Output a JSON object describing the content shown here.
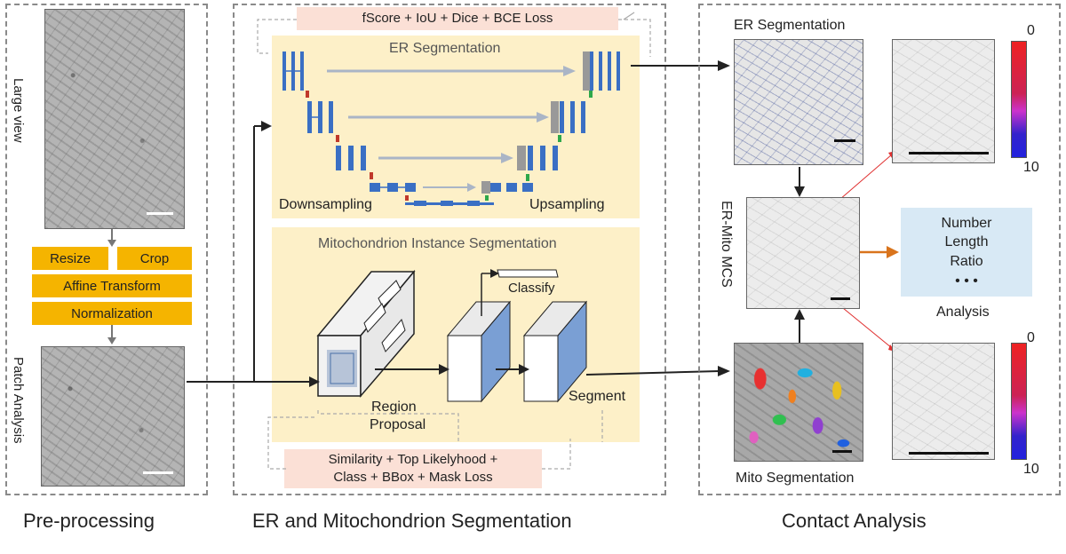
{
  "preprocessing": {
    "large_view_label": "Large view",
    "patch_label": "Patch Analysis",
    "steps": {
      "resize": "Resize",
      "crop": "Crop",
      "affine": "Affine Transform",
      "normalization": "Normalization"
    },
    "section_title": "Pre-processing"
  },
  "segmentation": {
    "loss_top": "fScore + IoU + Dice + BCE Loss",
    "er_title": "ER Segmentation",
    "downsampling": "Downsampling",
    "upsampling": "Upsampling",
    "mito_title": "Mitochondrion Instance Segmentation",
    "classify": "Classify",
    "region_proposal_line1": "Region",
    "region_proposal_line2": "Proposal",
    "segment": "Segment",
    "loss_bottom_line1": "Similarity + Top Likelyhood +",
    "loss_bottom_line2": "Class + BBox + Mask Loss",
    "section_title": "ER and Mitochondrion Segmentation"
  },
  "contact": {
    "er_seg_label": "ER Segmentation",
    "mito_seg_label": "Mito Segmentation",
    "mcs_label": "ER-Mito MCS",
    "analysis_items": [
      "Number",
      "Length",
      "Ratio",
      "• • •"
    ],
    "analysis_label": "Analysis",
    "colorbar_top_min": "0",
    "colorbar_top_max": "10",
    "colorbar_bottom_min": "0",
    "colorbar_bottom_max": "10",
    "section_title": "Contact Analysis"
  },
  "colors": {
    "orange": "#f5b400",
    "pink": "#fbe0d6",
    "yellow_zone": "#fdf0c8",
    "unet_blue": "#3a6fc4",
    "analysis_blue": "#d8e9f5",
    "contact_red": "#e03030",
    "arrow_orange": "#d9741c"
  }
}
